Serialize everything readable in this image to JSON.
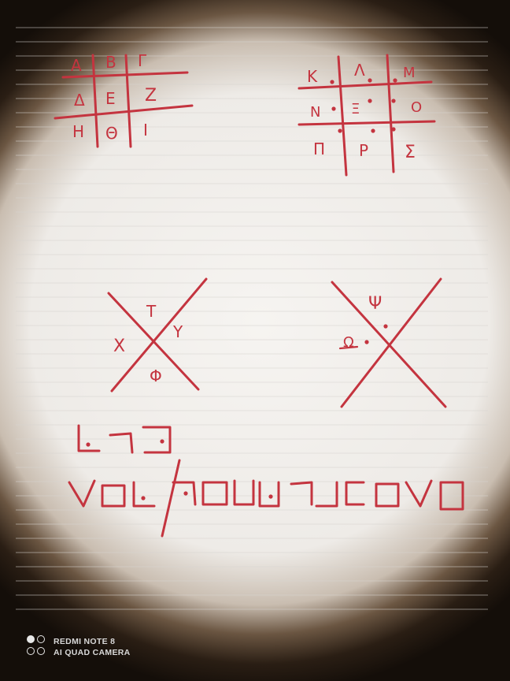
{
  "grid_left": {
    "cells": [
      "Α",
      "Β",
      "Γ",
      "Δ",
      "Ε",
      "Ζ",
      "Η",
      "Θ",
      "Ι"
    ]
  },
  "grid_right": {
    "cells": [
      "Κ",
      "Λ",
      "Μ",
      "Ν",
      "Ξ",
      "Ο",
      "Π",
      "Ρ",
      "Σ"
    ]
  },
  "x_left": {
    "top": "Τ",
    "left": "Χ",
    "right": "Υ",
    "bottom": "Φ"
  },
  "x_right": {
    "top": "Ψ",
    "left": "Ω"
  },
  "watermark": {
    "line1": "REDMI NOTE 8",
    "line2": "AI QUAD CAMERA"
  },
  "colors": {
    "ink": "#c4343f",
    "paper": "#f3f1ee",
    "vignette": "#1a1410"
  }
}
